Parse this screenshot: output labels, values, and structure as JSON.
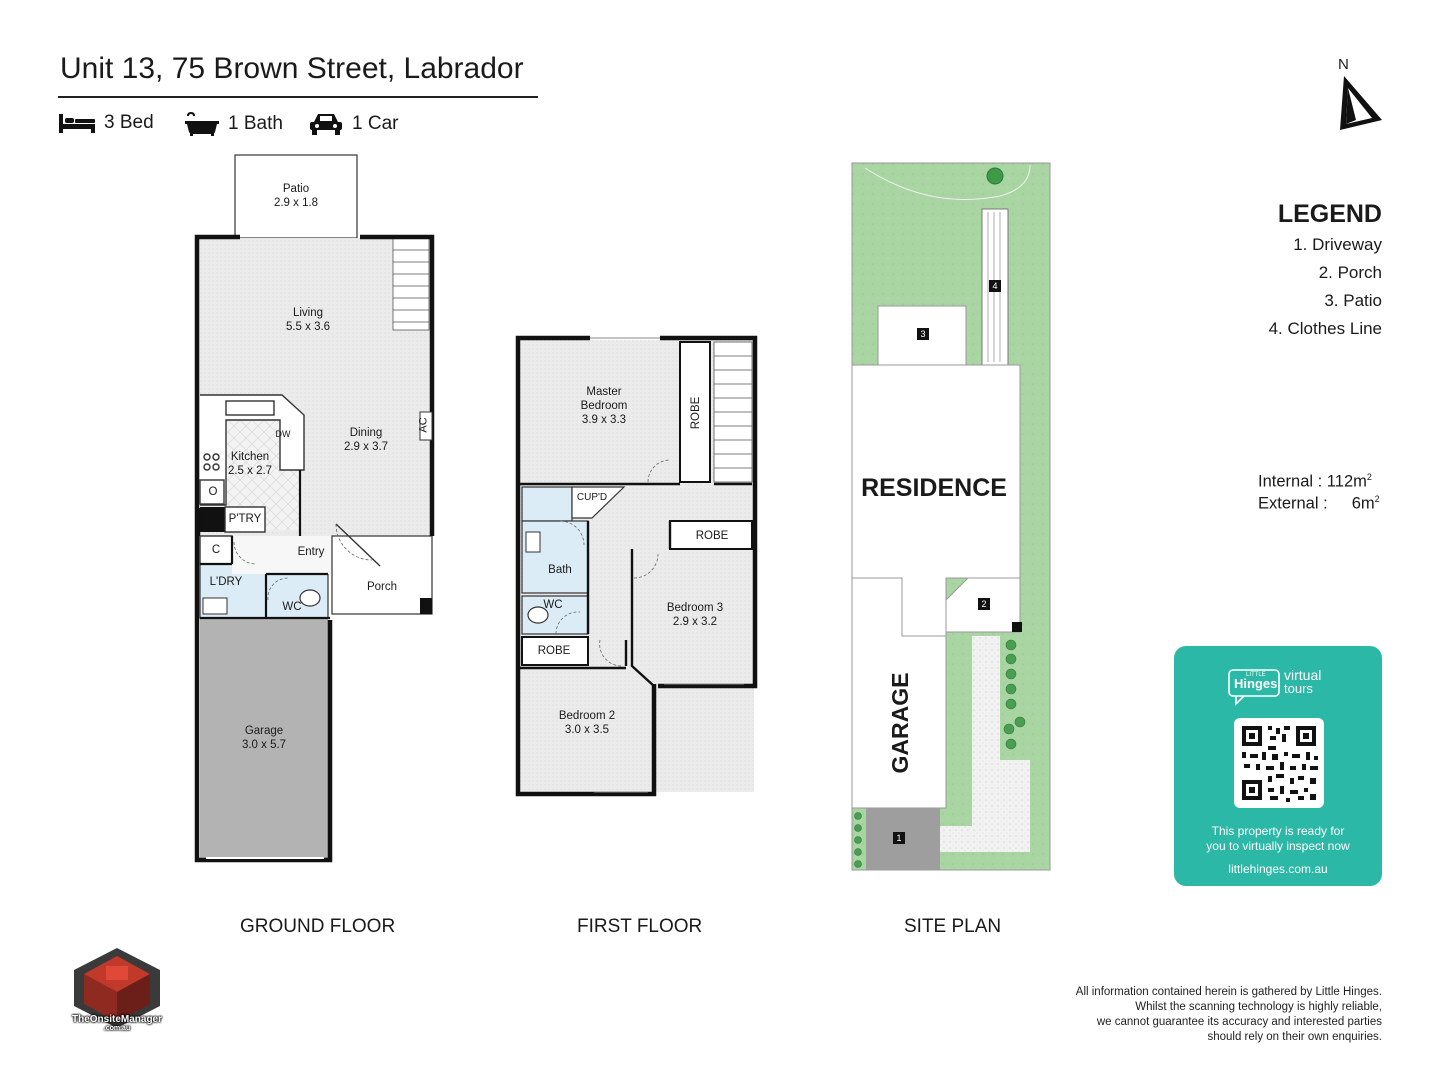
{
  "header": {
    "address": "Unit 13, 75 Brown Street, Labrador",
    "features": [
      {
        "icon": "bed-icon",
        "label": "3 Bed"
      },
      {
        "icon": "bathtub-icon",
        "label": "1 Bath"
      },
      {
        "icon": "car-icon",
        "label": "1 Car"
      }
    ]
  },
  "compass": {
    "label": "N"
  },
  "ground_floor": {
    "label": "GROUND FLOOR",
    "rooms": {
      "patio": {
        "name": "Patio",
        "size": "2.9 x 1.8"
      },
      "living": {
        "name": "Living",
        "size": "5.5 x 3.6"
      },
      "dining": {
        "name": "Dining",
        "size": "2.9 x 3.7"
      },
      "kitchen": {
        "name": "Kitchen",
        "size": "2.5 x 2.7"
      },
      "dw": "DW",
      "ac": "AC",
      "oven": "O",
      "pantry": "P'TRY",
      "cupboard": "C",
      "entry": "Entry",
      "laundry": "L'DRY",
      "wc": "WC",
      "porch": "Porch",
      "garage": {
        "name": "Garage",
        "size": "3.0 x 5.7"
      }
    }
  },
  "first_floor": {
    "label": "FIRST FLOOR",
    "rooms": {
      "master": {
        "name1": "Master",
        "name2": "Bedroom",
        "size": "3.9 x 3.3"
      },
      "robe_master": "ROBE",
      "cupd": "CUP'D",
      "bath": "Bath",
      "wc": "WC",
      "robe_b3": "ROBE",
      "bedroom3": {
        "name": "Bedroom 3",
        "size": "2.9 x 3.2"
      },
      "robe_b2": "ROBE",
      "bedroom2": {
        "name": "Bedroom 2",
        "size": "3.0 x 3.5"
      }
    }
  },
  "site_plan": {
    "label": "SITE PLAN",
    "residence": "RESIDENCE",
    "garage": "GARAGE",
    "markers": [
      "1",
      "2",
      "3",
      "4"
    ]
  },
  "legend": {
    "title": "LEGEND",
    "items": [
      "1. Driveway",
      "2. Porch",
      "3. Patio",
      "4. Clothes Line"
    ]
  },
  "areas": {
    "internal_label": "Internal",
    "internal_value": ": 112m",
    "external_label": "External :",
    "external_value": "6m",
    "unit_sup": "2"
  },
  "virtual_tour": {
    "brand_small": "LITTLE",
    "brand": "Hinges",
    "brand_virtual": "virtual",
    "brand_tours": "tours",
    "message_line1": "This property is ready for",
    "message_line2": "you to virtually inspect now",
    "url": "littlehinges.com.au"
  },
  "disclaimer": [
    "All information contained herein is gathered by Little Hinges.",
    "Whilst the scanning technology is highly reliable,",
    "we cannot guarantee its accuracy and interested parties",
    "should rely on their own enquiries."
  ],
  "logo": {
    "text": "TheOnsiteManager",
    "sub": ".com.au"
  },
  "colors": {
    "wall": "#111111",
    "floor": "#ececec",
    "wet": "#dcecf7",
    "garage": "#b3b3b3",
    "lawn": "#a7d3a2",
    "teal": "#2cb8a6"
  }
}
